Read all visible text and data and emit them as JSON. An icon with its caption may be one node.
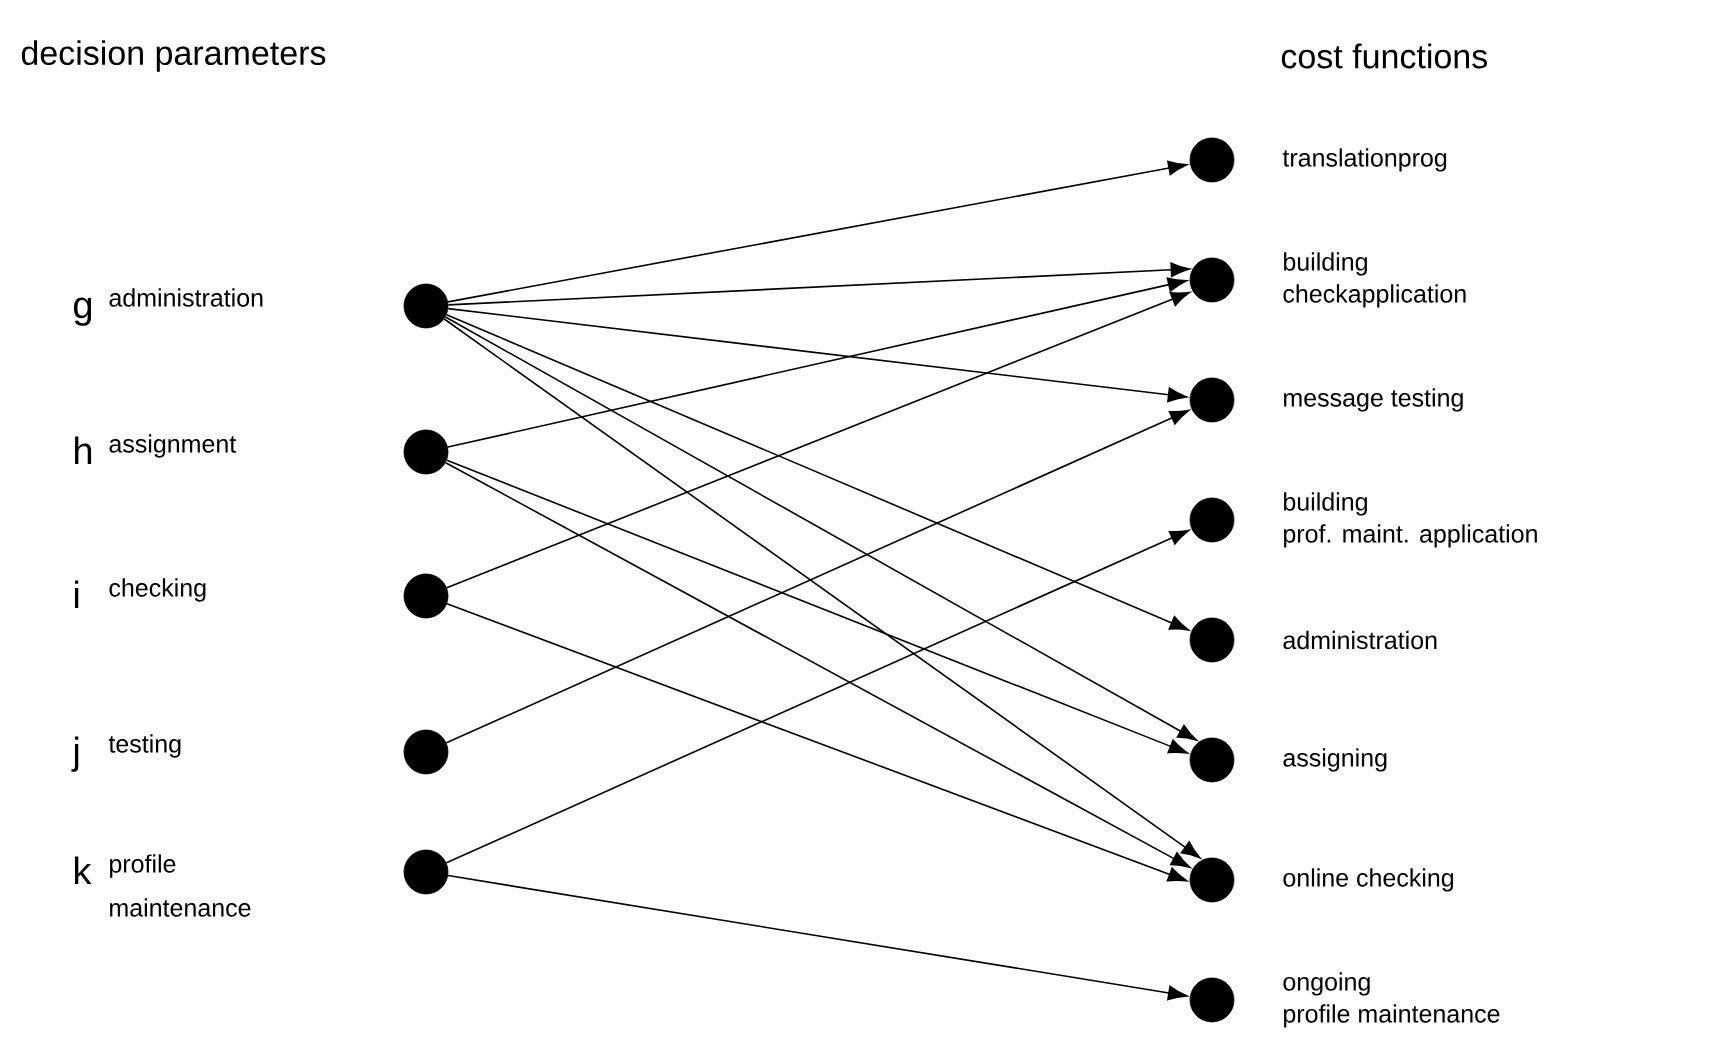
{
  "diagram": {
    "nodes": [
      {
        "text": [],
        "shape": "circle",
        "beside": [
          "g",
          "administration"
        ]
      },
      {
        "text": [],
        "shape": "circle",
        "beside": [
          "h",
          "assignment"
        ]
      },
      {
        "text": [],
        "shape": "circle",
        "beside": [
          "i",
          "checking"
        ]
      },
      {
        "text": [],
        "shape": "circle",
        "beside": [
          "j",
          "testing"
        ]
      },
      {
        "text": [],
        "shape": "circle",
        "beside": [
          "k",
          "profile maintenance"
        ]
      },
      {
        "text": [],
        "shape": "circle",
        "beside": [
          "translationprog"
        ]
      },
      {
        "text": [],
        "shape": "circle",
        "beside": [
          "building checkapplication"
        ]
      },
      {
        "text": [],
        "shape": "circle",
        "beside": [
          "message testing"
        ]
      },
      {
        "text": [],
        "shape": "circle",
        "beside": [
          "building prof. maint. application"
        ]
      },
      {
        "text": [],
        "shape": "circle",
        "beside": [
          "administration"
        ]
      },
      {
        "text": [],
        "shape": "circle",
        "beside": [
          "assigning"
        ]
      },
      {
        "text": [],
        "shape": "circle",
        "beside": [
          "online checking"
        ]
      },
      {
        "text": [],
        "shape": "circle",
        "beside": [
          "ongoing profile maintenance"
        ]
      }
    ],
    "edges": [
      {
        "from": 0,
        "to": 5,
        "arrow": "to"
      },
      {
        "from": 0,
        "to": 6,
        "arrow": "to"
      },
      {
        "from": 0,
        "to": 7,
        "arrow": "to"
      },
      {
        "from": 0,
        "to": 9,
        "arrow": "to"
      },
      {
        "from": 0,
        "to": 10,
        "arrow": "to"
      },
      {
        "from": 0,
        "to": 11,
        "arrow": "to"
      },
      {
        "from": 1,
        "to": 6,
        "arrow": "to"
      },
      {
        "from": 1,
        "to": 10,
        "arrow": "to"
      },
      {
        "from": 1,
        "to": 11,
        "arrow": "to"
      },
      {
        "from": 2,
        "to": 6,
        "arrow": "to"
      },
      {
        "from": 2,
        "to": 11,
        "arrow": "to"
      },
      {
        "from": 3,
        "to": 7,
        "arrow": "to"
      },
      {
        "from": 4,
        "to": 8,
        "arrow": "to"
      },
      {
        "from": 4,
        "to": 12,
        "arrow": "to"
      }
    ],
    "labels": [
      "decision parameters",
      "cost functions"
    ]
  }
}
